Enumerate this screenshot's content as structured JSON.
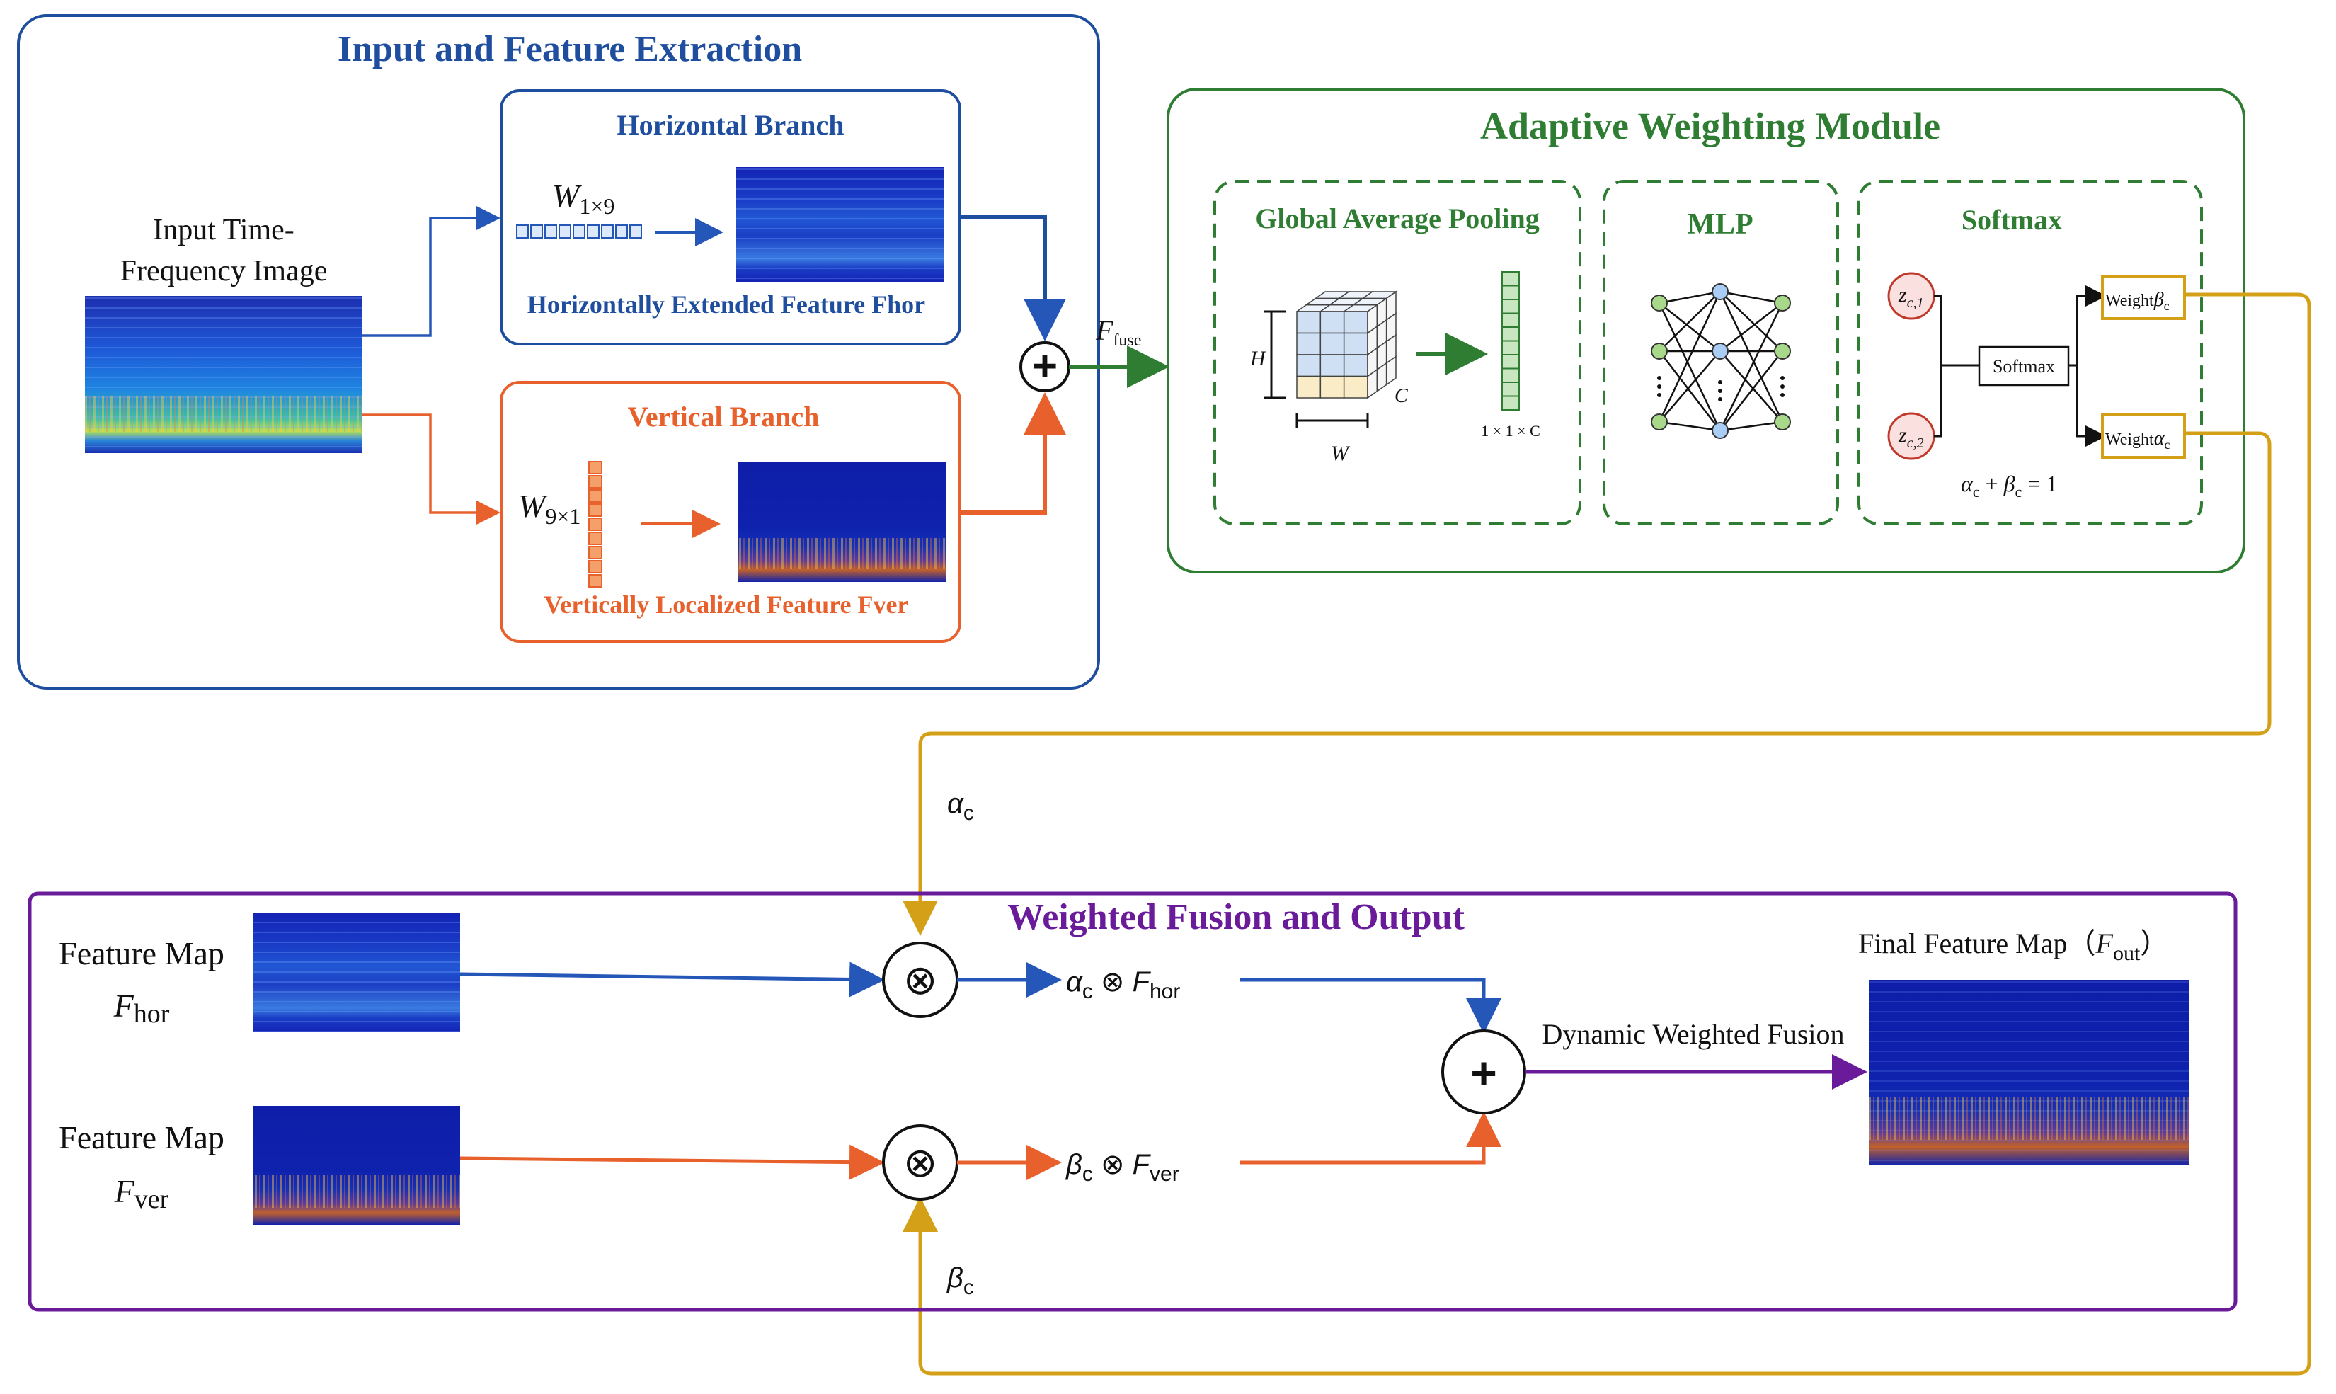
{
  "colors": {
    "blue": "#1f4e9e",
    "blue_line": "#2457b8",
    "orange": "#e8602c",
    "green": "#2e7d32",
    "purple": "#6a1b9a",
    "gold": "#d4a017",
    "text": "#111111"
  },
  "input_section": {
    "title": "Input and Feature Extraction",
    "input_label_line1": "Input Time-",
    "input_label_line2": "Frequency Image",
    "horizontal": {
      "title": "Horizontal Branch",
      "kernel_base": "W",
      "kernel_sub": "1×9",
      "caption": "Horizontally Extended Feature  Fhor"
    },
    "vertical": {
      "title": "Vertical Branch",
      "kernel_base": "W",
      "kernel_sub": "9×1",
      "caption": "Vertically Localized Feature  Fver"
    },
    "sum_symbol": "+"
  },
  "fuse_label": {
    "base": "F",
    "sub": "fuse"
  },
  "adaptive_module": {
    "title": "Adaptive Weighting Module",
    "gap": {
      "title": "Global Average Pooling",
      "h_label": "H",
      "w_label": "W",
      "c_label": "C",
      "output_label": "1 × 1 × C"
    },
    "mlp": {
      "title": "MLP"
    },
    "softmax": {
      "title": "Softmax",
      "z1_base": "z",
      "z1_sub": "c,1",
      "z2_base": "z",
      "z2_sub": "c,2",
      "box_label": "Softmax",
      "weight_beta_prefix": "Weight",
      "weight_beta_sym": "β",
      "weight_beta_sub": "c",
      "weight_alpha_prefix": "Weight",
      "weight_alpha_sym": "α",
      "weight_alpha_sub": "c",
      "constraint_alpha": "α",
      "constraint_alpha_sub": "c",
      "constraint_plus": " + ",
      "constraint_beta": "β",
      "constraint_beta_sub": "c",
      "constraint_eq": " = 1"
    }
  },
  "fusion_section": {
    "title": "Weighted Fusion and Output",
    "alpha_label": "α",
    "alpha_sub": "c",
    "beta_label": "β",
    "beta_sub": "c",
    "fmap_hor_line1": "Feature Map",
    "fmap_hor_base": "F",
    "fmap_hor_sub": "hor",
    "fmap_ver_line1": "Feature Map",
    "fmap_ver_base": "F",
    "fmap_ver_sub": "ver",
    "mult_symbol": "⊗",
    "hor_product_coef": "α",
    "hor_product_coef_sub": "c",
    "hor_product_op": " ⊗ ",
    "hor_product_f": "F",
    "hor_product_f_sub": "hor",
    "ver_product_coef": "β",
    "ver_product_coef_sub": "c",
    "ver_product_op": " ⊗ ",
    "ver_product_f": "F",
    "ver_product_f_sub": "ver",
    "sum_symbol": "+",
    "dynamic_label": "Dynamic Weighted Fusion",
    "final_label_prefix": "Final Feature Map（",
    "final_label_base": "F",
    "final_label_sub": "out",
    "final_label_suffix": "）"
  }
}
